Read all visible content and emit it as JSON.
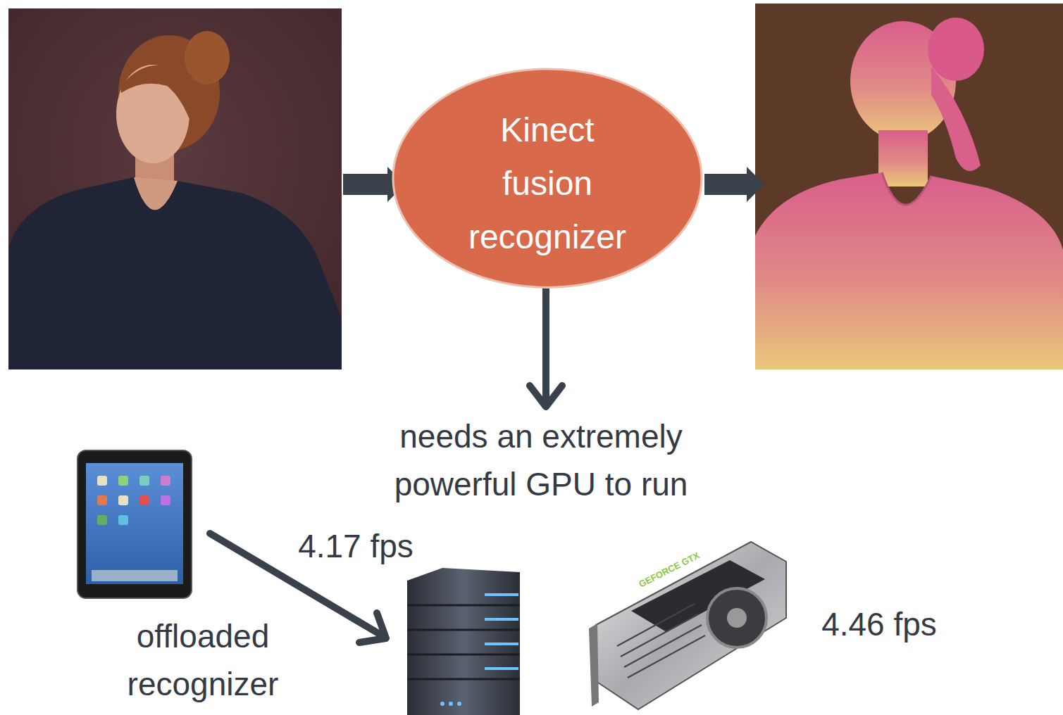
{
  "diagram": {
    "nodes": [
      {
        "text": [
          "Kinect fusion recognizer"
        ]
      }
    ],
    "edges": [],
    "labels": [
      "needs an extremely powerful GPU to run",
      "4.17 fps",
      "GEFORCE GTX",
      "offloaded recognizer",
      "4.46 fps"
    ]
  }
}
